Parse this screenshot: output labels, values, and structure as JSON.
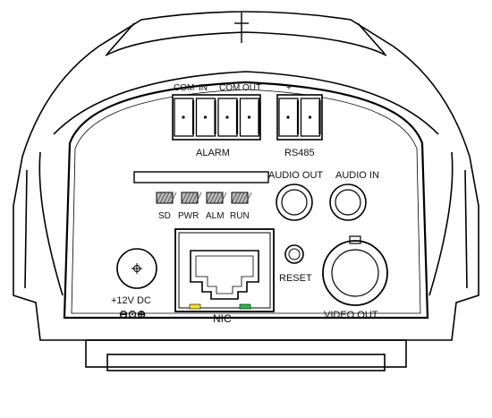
{
  "alarm": {
    "pin_labels": [
      "COM",
      "IN",
      "COM",
      "OUT"
    ],
    "title": "ALARM"
  },
  "rs485": {
    "pin_labels": [
      "+",
      "—"
    ],
    "title": "RS485"
  },
  "audio_out": {
    "label": "AUDIO OUT"
  },
  "audio_in": {
    "label": "AUDIO  IN"
  },
  "leds": [
    {
      "label": "SD"
    },
    {
      "label": "PWR"
    },
    {
      "label": "ALM"
    },
    {
      "label": "RUN"
    }
  ],
  "power": {
    "label": "+12V DC",
    "polarity_symbol": "⊖⊙⊕"
  },
  "nic": {
    "label": "NIC",
    "led_colors": [
      "#f2e21a",
      "#2fb84a"
    ]
  },
  "reset": {
    "label": "RESET"
  },
  "video_out": {
    "label": "VIDEO OUT"
  }
}
